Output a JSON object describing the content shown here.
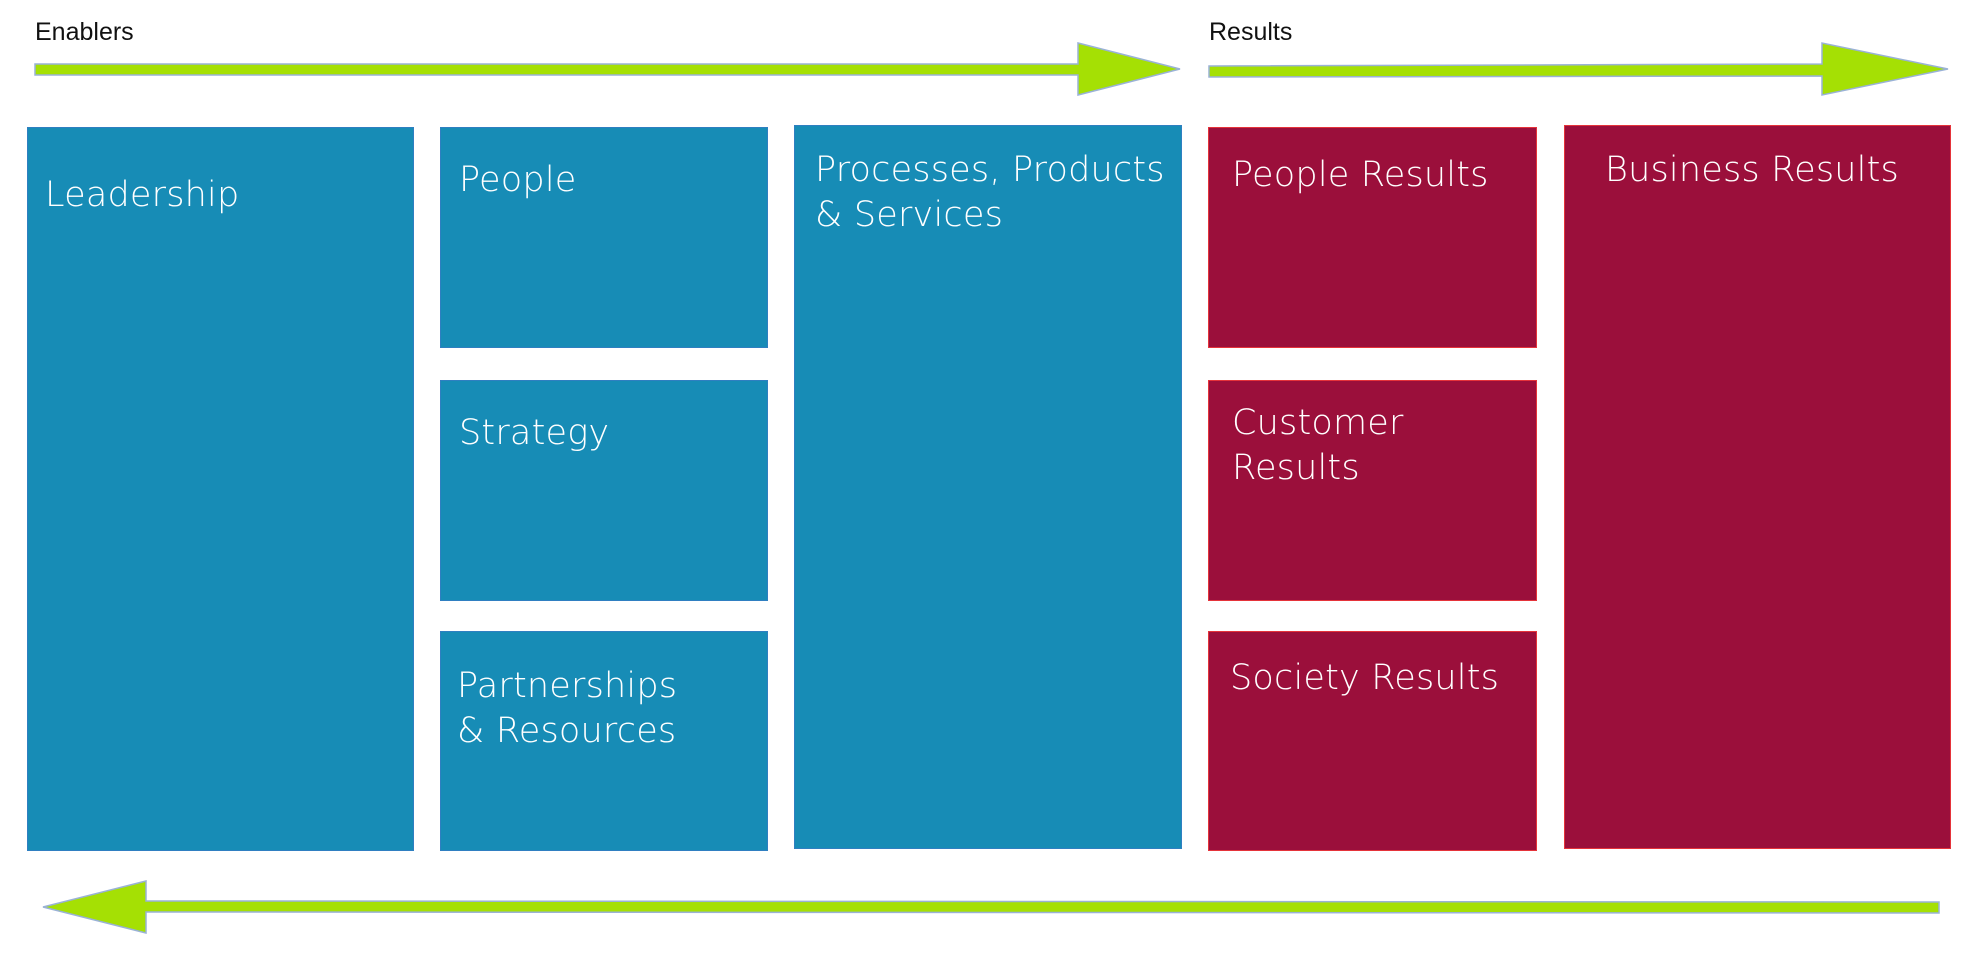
{
  "headers": {
    "enablers": "Enablers",
    "results": "Results"
  },
  "colors": {
    "enabler_fill": "#178CB6",
    "result_fill": "#9B0F3B",
    "arrow_fill": "#A5E004",
    "arrow_stroke": "#9AB2D6"
  },
  "enablers": [
    {
      "label": "Leadership"
    },
    {
      "label": "People"
    },
    {
      "label": "Strategy"
    },
    {
      "label": "Partnerships\n & Resources"
    },
    {
      "label": "Processes, Products\n& Services"
    }
  ],
  "results": [
    {
      "label": "People Results"
    },
    {
      "label": "Customer Results"
    },
    {
      "label": "Society Results"
    },
    {
      "label": "Business Results"
    }
  ],
  "arrows": {
    "enablers_direction": "right",
    "results_direction": "right",
    "feedback_direction": "left"
  }
}
